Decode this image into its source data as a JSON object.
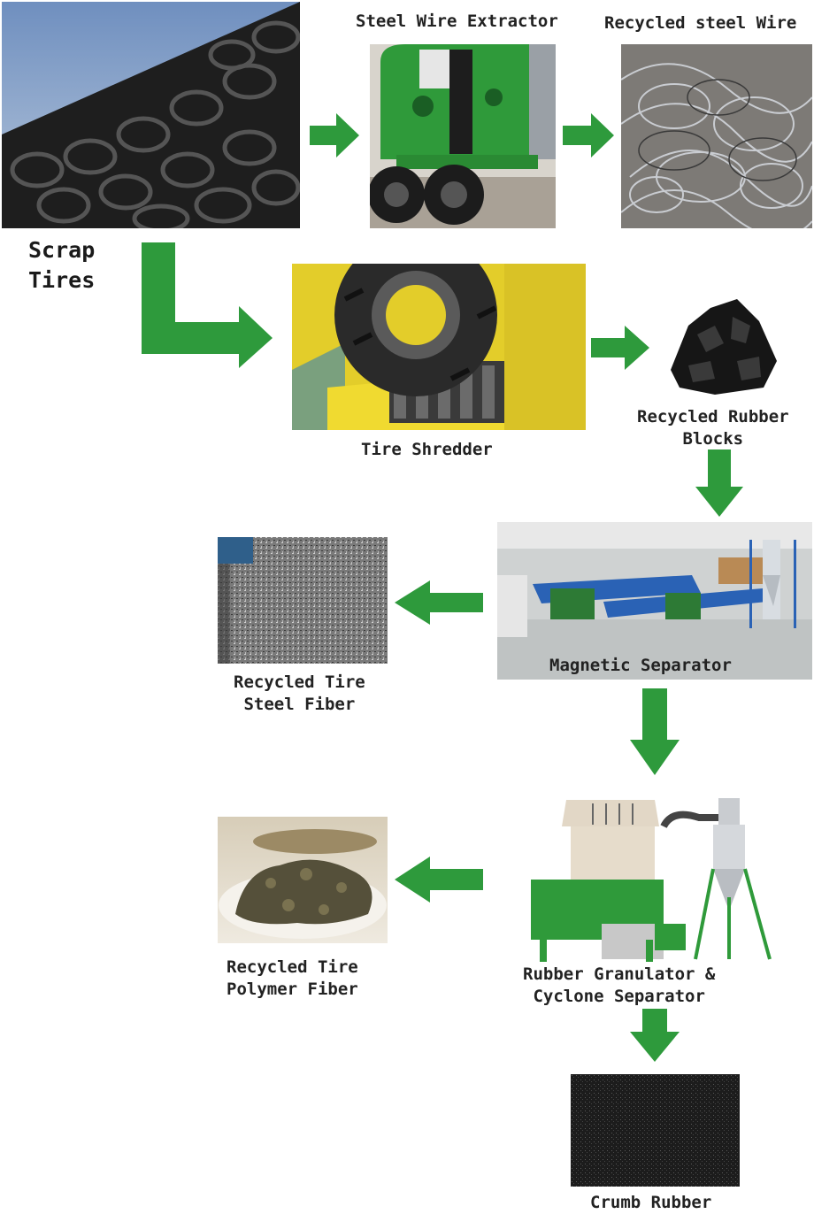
{
  "diagram": {
    "accent_color": "#2e9a3c",
    "nodes": {
      "scrap_tires": {
        "label_lines": [
          "Scrap",
          "Tires"
        ]
      },
      "steel_wire_extractor": {
        "label_lines": [
          "Steel Wire Extractor"
        ]
      },
      "recycled_steel_wire": {
        "label_lines": [
          "Recycled steel Wire"
        ]
      },
      "tire_shredder": {
        "label_lines": [
          "Tire Shredder"
        ]
      },
      "recycled_rubber_blocks": {
        "label_lines": [
          "Recycled Rubber",
          "Blocks"
        ]
      },
      "magnetic_separator": {
        "label_lines": [
          "Magnetic Separator"
        ]
      },
      "recycled_tire_steel_fiber": {
        "label_lines": [
          "Recycled Tire",
          "Steel Fiber"
        ]
      },
      "rubber_granulator_cyclone_separator": {
        "label_lines": [
          "Rubber Granulator &",
          "Cyclone Separator"
        ]
      },
      "recycled_tire_polymer_fiber": {
        "label_lines": [
          "Recycled Tire",
          "Polymer Fiber"
        ]
      },
      "crumb_rubber": {
        "label_lines": [
          "Crumb Rubber"
        ]
      }
    }
  }
}
